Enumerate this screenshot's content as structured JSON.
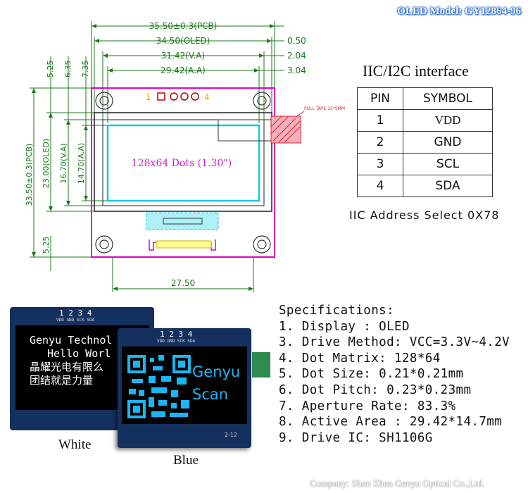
{
  "model_title": "OLED Model: GY12864-96",
  "drawing": {
    "dims": {
      "pcb_w": "35.50±0.3(PCB)",
      "oled_w": "34.50(OLED)",
      "va_w": "31.42(V.A)",
      "aa_w": "29.42(A.A)",
      "off_050": "0.50",
      "off_204": "2.04",
      "off_304": "3.04",
      "top_525": "5.25",
      "top_635": "6.35",
      "top_735": "7.35",
      "pcb_h": "33.50±0.3(PCB)",
      "oled_h": "23.00(OLED)",
      "va_h": "16.70(V.A)",
      "aa_h": "14.70(A.A)",
      "bot_525": "5.25",
      "hole_span": "27.50"
    },
    "pin1": "1",
    "pin4": "4",
    "screen_label": "128x64 Dots (1.30\")",
    "tape_label": "PULL TAPE 15*5MM"
  },
  "interface": {
    "title": "IIC/I2C interface",
    "header_pin": "PIN",
    "header_symbol": "SYMBOL",
    "rows": [
      {
        "pin": "1",
        "symbol": "VDD"
      },
      {
        "pin": "2",
        "symbol": "GND"
      },
      {
        "pin": "3",
        "symbol": "SCL"
      },
      {
        "pin": "4",
        "symbol": "SDA"
      }
    ],
    "address": "IIC Address Select 0X78"
  },
  "photos": {
    "pins_label": "1 2 3 4",
    "pin_names": "VDD GND SCK SDA",
    "white_lines": [
      "Genyu Technol",
      "Hello Worl",
      "晶耀光电有限么",
      "团结就是力量"
    ],
    "blue_lines": [
      "Genyu",
      "Scan"
    ],
    "white_caption": "White",
    "blue_caption": "Blue",
    "board_code": "2-12"
  },
  "specs": {
    "title": "Specifications:",
    "items": [
      "1. Display :  OLED",
      "3. Drive Method: VCC=3.3V~4.2V",
      "4. Dot Matrix:  128*64",
      "5. Dot Size:  0.21*0.21mm",
      "6. Dot Pitch:  0.23*0.23mm",
      "7. Aperture Rate:  83.3%",
      "8. Active Area : 29.42*14.7mm",
      "9. Drive IC: SH1106G"
    ]
  },
  "company": "Company: Shen Zhen Genyu Optical Co.,Ltd.",
  "colors": {
    "pcb_outline": "#e000c8",
    "screen_outline": "#18c8e0",
    "dim_line": "#1a7a1a",
    "oled_blue": "#19b6f5",
    "tape": "#e0203a"
  }
}
